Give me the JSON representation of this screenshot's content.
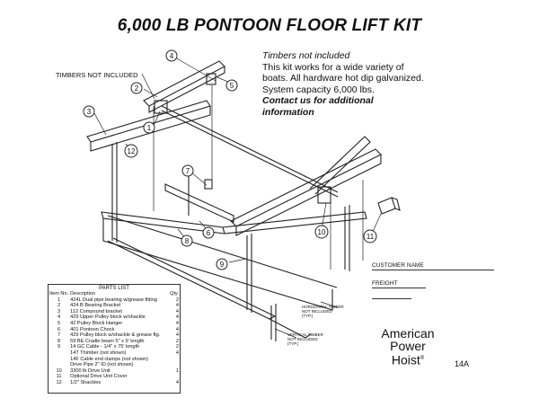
{
  "title": "6,000 LB PONTOON FLOOR LIFT KIT",
  "notes": {
    "line1": "Timbers not included",
    "line2": "This kit works for a wide variety of",
    "line3": "boats.  All hardware hot dip galvanized.",
    "line4": "System capacity 6,000 lbs.",
    "line5": "Contact us for additional",
    "line6": "information"
  },
  "callouts": {
    "timbers": "TIMBERS NOT INCLUDED",
    "horizontal": [
      "HORIZONTAL TIMBER",
      "NOT INCLUDED",
      "(TYP.)"
    ],
    "vertical": [
      "VERTICAL TIMBER",
      "NOT INCLUDED",
      "(TYP.)"
    ]
  },
  "balloons": [
    "1",
    "2",
    "3",
    "4",
    "5",
    "6",
    "7",
    "8",
    "9",
    "10",
    "11",
    "12"
  ],
  "parts_list": {
    "heading": "PARTS LIST",
    "col_item": "Item No.",
    "col_desc": "Description",
    "col_qty": "Qty.",
    "rows": [
      {
        "no": "1",
        "desc": "424L Dual pipe bearing w/grease fitting",
        "qty": "2"
      },
      {
        "no": "2",
        "desc": "424 B Bearing Bracket",
        "qty": "4"
      },
      {
        "no": "3",
        "desc": "112 Compound bracket",
        "qty": "4"
      },
      {
        "no": "4",
        "desc": "429 Upper Pulley block w/shackle",
        "qty": "4"
      },
      {
        "no": "5",
        "desc": "42 Pulley Block Hanger",
        "qty": "4"
      },
      {
        "no": "6",
        "desc": "401 Pontoon Chock",
        "qty": "4"
      },
      {
        "no": "7",
        "desc": "429 Pulley block w/shackle & grease ftg.",
        "qty": "4"
      },
      {
        "no": "8",
        "desc": "59 BE Cradle beam 5\" x 9' length",
        "qty": "2"
      },
      {
        "no": "9",
        "desc": "14 GC Cable - 1/4\" x 75' length",
        "qty": "2"
      },
      {
        "no": "",
        "desc": "14T Thimber (not shown)",
        "qty": "4"
      },
      {
        "no": "",
        "desc": "14F Cable end clamps (not shown)",
        "qty": ""
      },
      {
        "no": "",
        "desc": "Drive Pipe 2\" ID (not shown)",
        "qty": ""
      },
      {
        "no": "10",
        "desc": "3300 lb Drive Unit",
        "qty": "1"
      },
      {
        "no": "11",
        "desc": "Optional Drive Unit Cover",
        "qty": ""
      },
      {
        "no": "12",
        "desc": "1/2\" Shackles",
        "qty": "4"
      }
    ]
  },
  "fields": {
    "customer": "CUSTOMER NAME",
    "freight": "FREIGHT"
  },
  "brand": {
    "line1": "American",
    "line2": "Power",
    "line3": "Hoist",
    "mark": "®"
  },
  "drawing_code": "14A"
}
